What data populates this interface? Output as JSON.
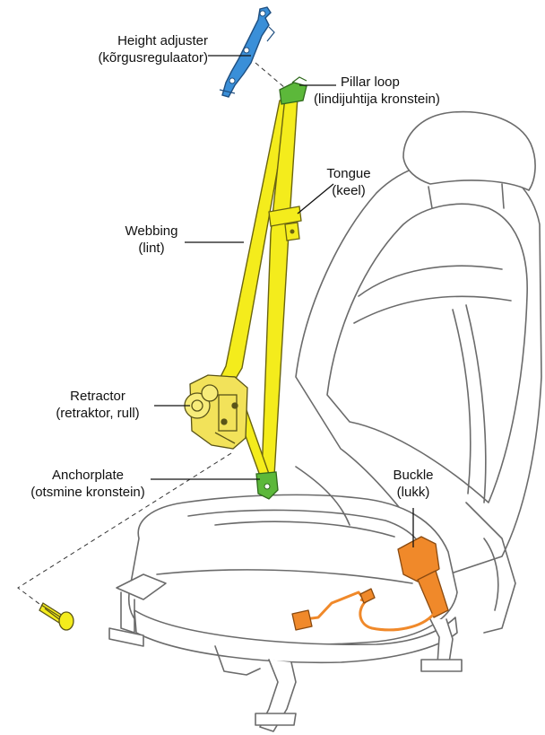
{
  "labels": {
    "height_adjuster": {
      "line1": "Height adjuster",
      "line2": "(kõrgusregulaator)"
    },
    "pillar_loop": {
      "line1": "Pillar loop",
      "line2": "(lindijuhtija kronstein)"
    },
    "tongue": {
      "line1": "Tongue",
      "line2": "(keel)"
    },
    "webbing": {
      "line1": "Webbing",
      "line2": "(lint)"
    },
    "retractor": {
      "line1": "Retractor",
      "line2": "(retraktor, rull)"
    },
    "anchorplate": {
      "line1": "Anchorplate",
      "line2": "(otsmine kronstein)"
    },
    "buckle": {
      "line1": "Buckle",
      "line2": "(lukk)"
    }
  },
  "colors": {
    "webbing": "#f4ec1c",
    "height_adjuster": "#3a8fd8",
    "pillar_loop": "#5cb83a",
    "anchorplate": "#5cb83a",
    "buckle": "#f0892a",
    "seat_outline": "#6b6b6b",
    "retractor": "#f2e25a",
    "bolt": "#f4ec1c"
  },
  "icons": [
    "height-adjuster-icon",
    "pillar-loop-icon",
    "webbing-icon",
    "tongue-icon",
    "retractor-icon",
    "anchorplate-icon",
    "anchor-bolt-icon",
    "buckle-icon",
    "seat-icon"
  ]
}
